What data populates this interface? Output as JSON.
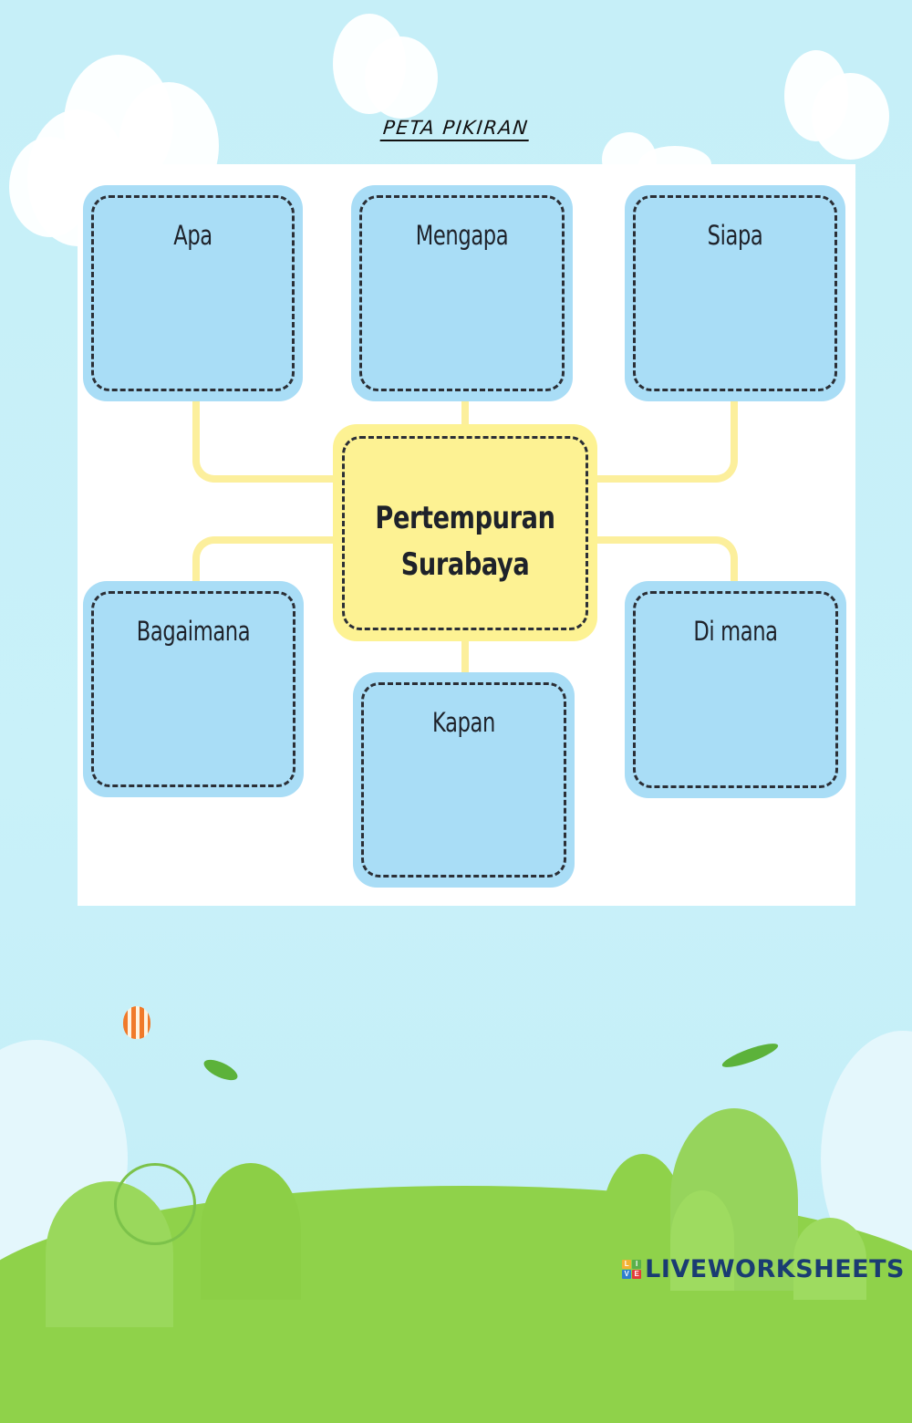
{
  "worksheet": {
    "title": "PETA PIKIRAN",
    "central_topic": {
      "line1": "Pertempuran",
      "line2": "Surabaya"
    },
    "question_boxes": [
      {
        "label": "Apa",
        "position": "top-left"
      },
      {
        "label": "Mengapa",
        "position": "top-center"
      },
      {
        "label": "Siapa",
        "position": "top-right"
      },
      {
        "label": "Bagaimana",
        "position": "bottom-left"
      },
      {
        "label": "Kapan",
        "position": "bottom-center"
      },
      {
        "label": "Di mana",
        "position": "bottom-right"
      }
    ]
  },
  "branding": {
    "logo_tiles": [
      "L",
      "I",
      "V",
      "E"
    ],
    "logo_text": "LIVEWORKSHEETS"
  },
  "colors": {
    "sky": "#c8f0f8",
    "question_box": "#a9ddf6",
    "central_box": "#fdf293",
    "connector": "#fcef9c",
    "dash": "#2b2f36",
    "logo_text": "#1a3c72"
  }
}
